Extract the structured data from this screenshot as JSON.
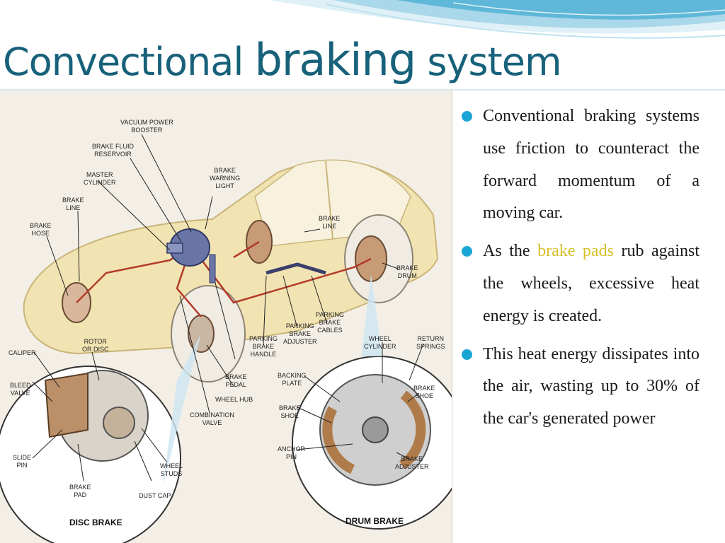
{
  "slide": {
    "title_parts": [
      "Convectional ",
      "braking",
      " system"
    ],
    "accent_color": "#17617a",
    "bullet_color": "#1aa6d4",
    "highlight_color": "#d4c02a"
  },
  "figure": {
    "labels": {
      "vacuum_booster": "VACUUM POWER\nBOOSTER",
      "fluid_reservoir": "BRAKE FLUID\nRESERVOIR",
      "master_cylinder": "MASTER\nCYLINDER",
      "warning_light": "BRAKE\nWARNING\nLIGHT",
      "brake_line_left": "BRAKE\nLINE",
      "brake_hose": "BRAKE\nHOSE",
      "brake_line_right": "BRAKE\nLINE",
      "brake_drum": "BRAKE\nDRUM",
      "parking_brake_cables": "PARKING\nBRAKE\nCABLES",
      "parking_brake_adjuster": "PARKING\nBRAKE\nADJUSTER",
      "parking_brake_handle": "PARKING\nBRAKE\nHANDLE",
      "brake_pedal": "BRAKE\nPEDAL",
      "wheel_hub": "WHEEL HUB",
      "combination_valve": "COMBINATION\nVALVE",
      "rotor": "ROTOR\nOR DISC",
      "caliper": "CALIPER",
      "bleed_valve": "BLEED\nVALVE",
      "slide_pin": "SLIDE\nPIN",
      "brake_pad": "BRAKE\nPAD",
      "dust_cap": "DUST CAP",
      "wheel_studs": "WHEEL\nSTUDS",
      "wheel_cylinder": "WHEEL\nCYLINDER",
      "return_springs": "RETURN\nSPRINGS",
      "backing_plate": "BACKING\nPLATE",
      "brake_shoe_left": "BRAKE\nSHOE",
      "brake_shoe_right": "BRAKE\nSHOE",
      "anchor_pin": "ANCHOR\nPIN",
      "brake_adjuster": "BRAKE\nADJUSTER"
    },
    "disc_caption": "DISC BRAKE",
    "drum_caption": "DRUM BRAKE"
  },
  "bullets": [
    {
      "text": "Conventional braking systems use friction to counteract the forward momentum of a moving car."
    },
    {
      "pre": "As the ",
      "highlight": "brake pads",
      "post": " rub against the wheels, excessive heat energy is created."
    },
    {
      "text": "This heat energy dissipates into the air, wasting up to 30% of the car's generated power"
    }
  ]
}
